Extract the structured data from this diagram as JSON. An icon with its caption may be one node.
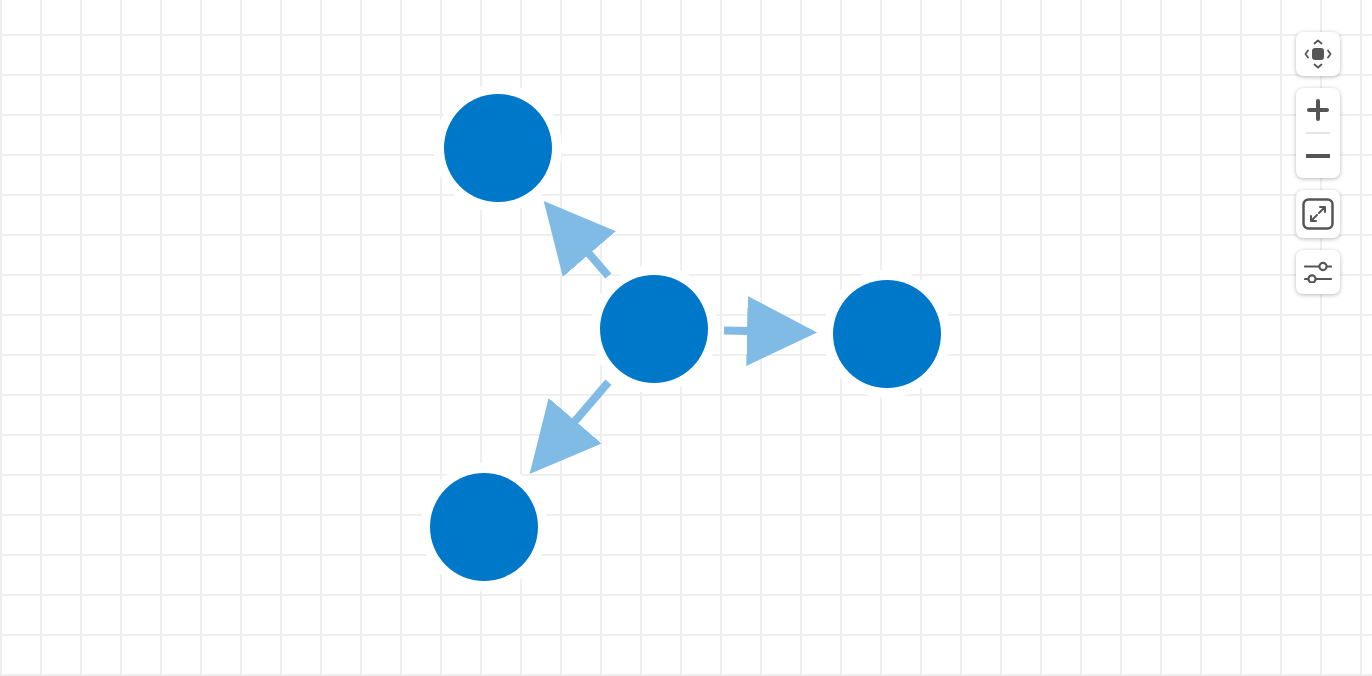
{
  "diagram": {
    "nodes": [
      {
        "text": [],
        "shape": "circle"
      },
      {
        "text": [],
        "shape": "circle"
      },
      {
        "text": [],
        "shape": "circle"
      },
      {
        "text": [],
        "shape": "circle"
      }
    ],
    "edges": [
      {
        "from": 1,
        "to": 0,
        "arrow": "to"
      },
      {
        "from": 1,
        "to": 2,
        "arrow": "to"
      },
      {
        "from": 1,
        "to": 3,
        "arrow": "to"
      }
    ]
  }
}
